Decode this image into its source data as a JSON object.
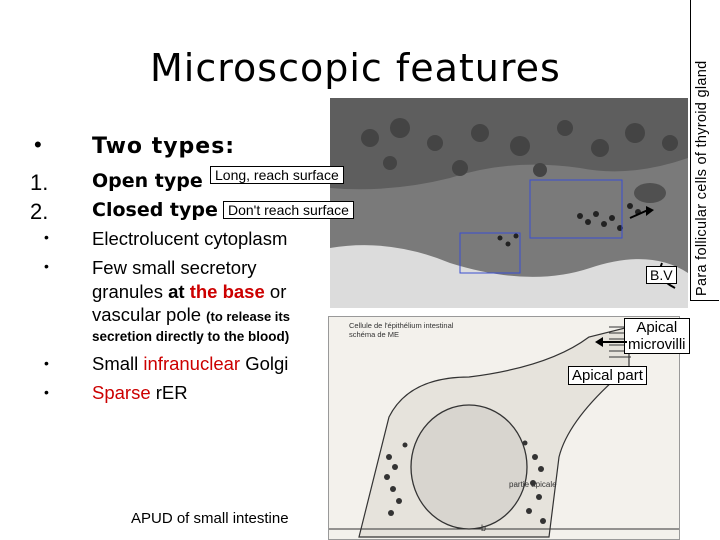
{
  "title": "Microscopic features",
  "vertical_label": "Para follicular cells of thyroid gland",
  "bullets": {
    "main_bullet": "•",
    "heading": "Two types:",
    "n1": "1.",
    "n2": "2.",
    "open_type": "Open type",
    "open_desc": "Long, reach surface",
    "closed_type": "Closed type",
    "closed_desc": "Don't reach surface",
    "electrolucent": "Electrolucent cytoplasm",
    "few_secretory": "Few small secretory",
    "granules_at": "granules",
    "at_the": "at",
    "the_base": "the base",
    "or": "or",
    "vascular_pole": "vascular pole",
    "to_release": "(to release its",
    "secretion_directly": "secretion directly to the blood)",
    "small": "Small",
    "infranuclear": "infranuclear",
    "golgi": "Golgi",
    "sparse": "Sparse",
    "rer": "rER",
    "dot": "•"
  },
  "labels": {
    "bv": "B.V",
    "apical_microvilli_1": "Apical",
    "apical_microvilli_2": "microvilli",
    "apical_part": "Apical part",
    "apud": "APUD of small intestine",
    "diagram_caption_1": "Cellule de l'épithélium intestinal",
    "diagram_caption_2": "schéma de ME",
    "partie_apicale": "partie apicale",
    "b": "b"
  },
  "colors": {
    "red": "#cc0000"
  }
}
